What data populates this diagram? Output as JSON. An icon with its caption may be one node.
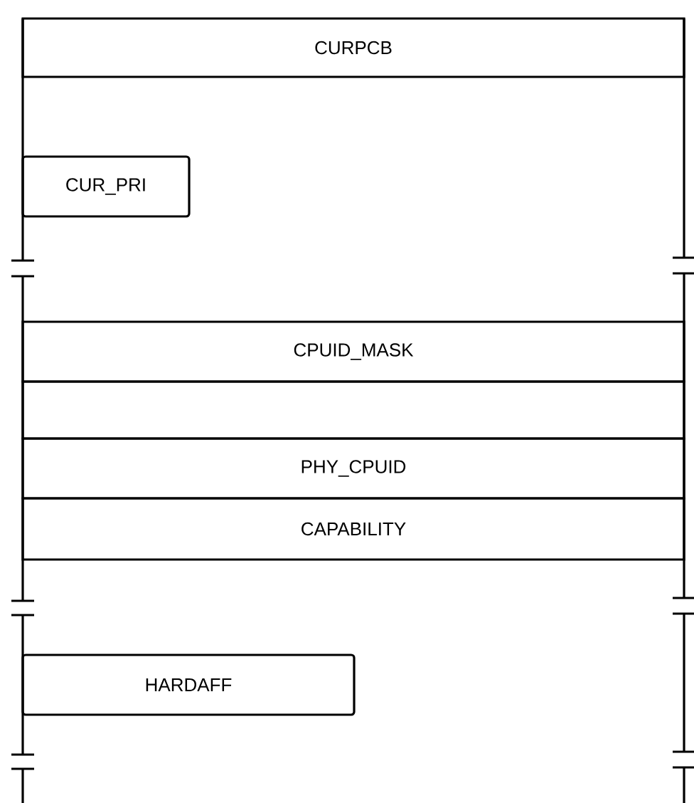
{
  "diagram": {
    "nodes": [
      {
        "text": [
          "CURPCB"
        ]
      },
      {
        "text": [
          "CUR_PRI"
        ]
      },
      {
        "text": [
          "CPUID_MASK"
        ]
      },
      {
        "text": [],
        "shape": "box"
      },
      {
        "text": [
          "PHY_CPUID"
        ]
      },
      {
        "text": [
          "CAPABILITY"
        ]
      },
      {
        "text": [
          "HARDAFF"
        ]
      }
    ]
  }
}
